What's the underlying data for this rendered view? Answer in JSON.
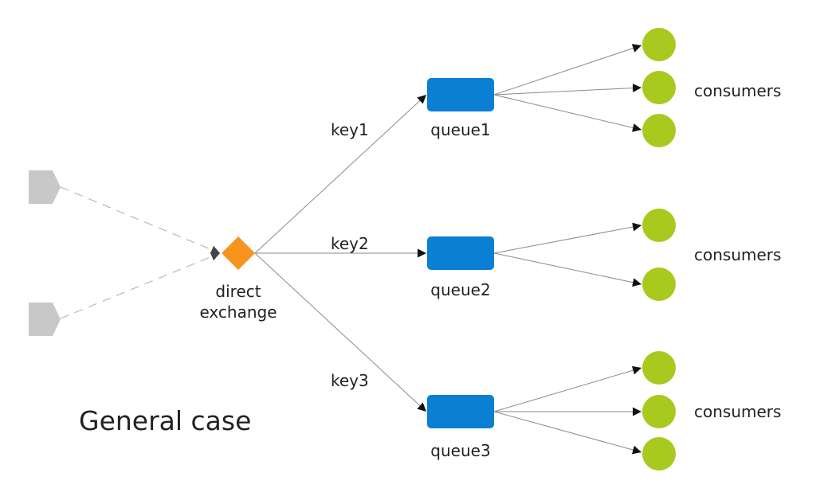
{
  "title": "General case",
  "exchange": {
    "line1": "direct",
    "line2": "exchange"
  },
  "routes": [
    {
      "key": "key1",
      "queue": "queue1",
      "consumer_count": 3,
      "consumers_label": "consumers"
    },
    {
      "key": "key2",
      "queue": "queue2",
      "consumer_count": 2,
      "consumers_label": "consumers"
    },
    {
      "key": "key3",
      "queue": "queue3",
      "consumer_count": 3,
      "consumers_label": "consumers"
    }
  ],
  "colors": {
    "producer": "#c8c8c8",
    "exchange": "#f7941d",
    "queue": "#0a7fd4",
    "consumer": "#a8c91e",
    "edge": "#8a8a8a",
    "arrowhead": "#111111"
  }
}
